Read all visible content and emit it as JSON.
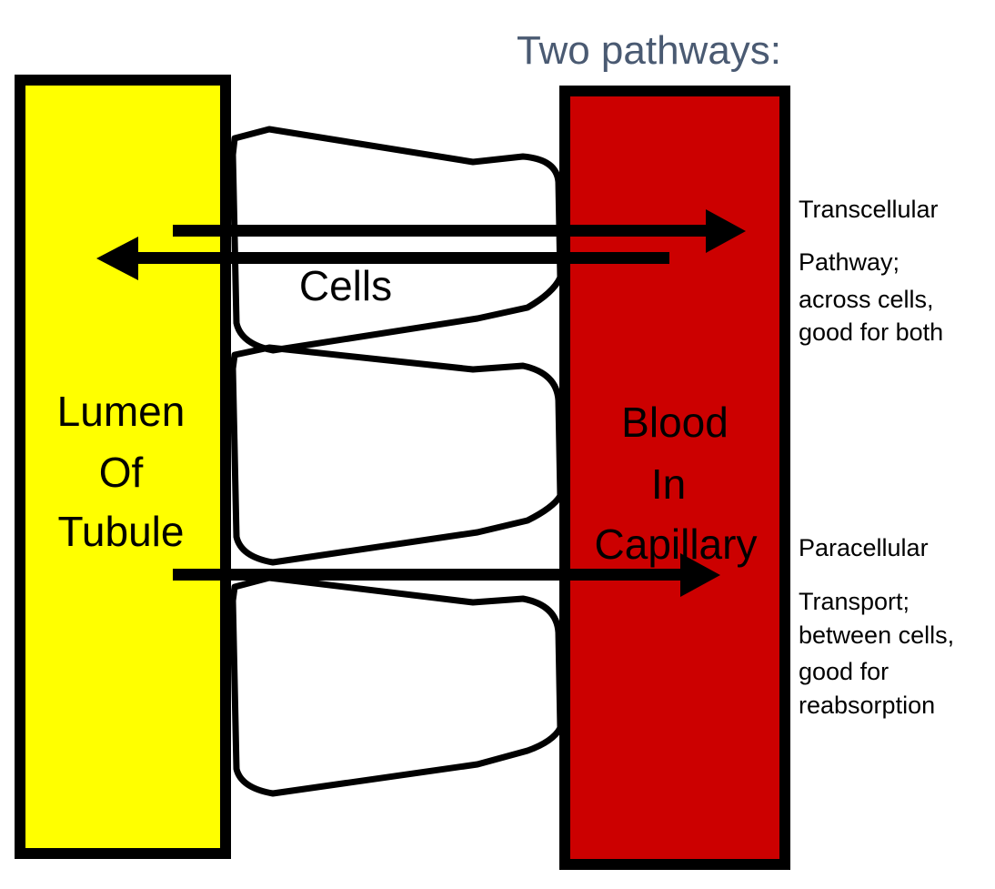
{
  "title": "Two pathways:",
  "colors": {
    "title": "#4a5a72",
    "lumen_fill": "#ffff00",
    "blood_fill": "#cc0000",
    "stroke": "#000000",
    "background": "#ffffff"
  },
  "lumen": {
    "lines": [
      "Lumen",
      "Of",
      "Tubule"
    ]
  },
  "blood": {
    "lines": [
      "Blood",
      "In",
      "Capillary"
    ]
  },
  "cells_label": "Cells",
  "transcellular": {
    "heading": "Transcellular",
    "lines": [
      "Pathway;",
      "across cells,",
      "good for both"
    ]
  },
  "paracellular": {
    "heading": "Paracellular",
    "lines": [
      "Transport;",
      "between cells,",
      "good for",
      "reabsorption"
    ]
  }
}
